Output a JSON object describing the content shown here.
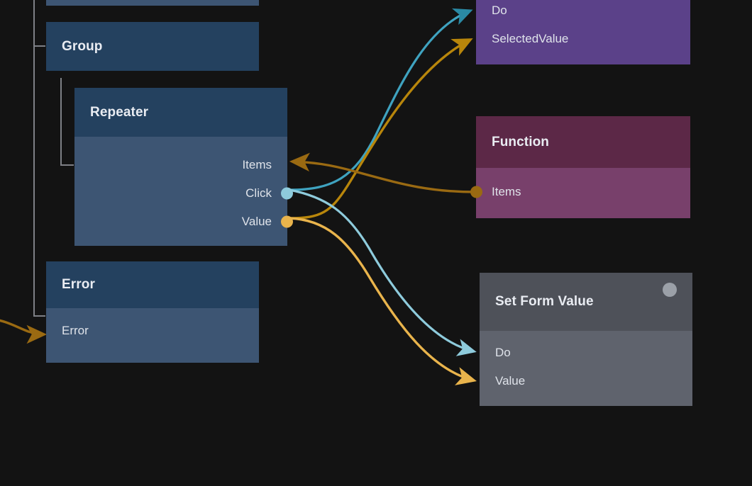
{
  "canvas": {
    "background": "#131313"
  },
  "palette": {
    "blue_header": "#24415f",
    "blue_body": "#3d5573",
    "purple_body": "#5b4189",
    "magenta_header": "#5c2847",
    "magenta_body": "#78406b",
    "gray_header": "#4e5159",
    "gray_body": "#5f636d",
    "edge_cyan": "#8ecbdc",
    "edge_gold": "#e9b44c",
    "edge_dark_gold": "#9a6a12",
    "edge_teal_dark": "#2a8aa5",
    "tree_line": "#7e8086",
    "status_dot": "#9ba0a8"
  },
  "nodes": [
    {
      "id": "partial",
      "kind": "component-partial",
      "title": "",
      "ports": []
    },
    {
      "id": "group",
      "kind": "component",
      "title": "Group",
      "ports": []
    },
    {
      "id": "repeater",
      "kind": "component",
      "title": "Repeater",
      "ports": [
        {
          "name": "Items",
          "side": "out",
          "connector": "arrow-in",
          "color": "#9a6a12"
        },
        {
          "name": "Click",
          "side": "out",
          "connector": "dot",
          "color": "#8ecbdc"
        },
        {
          "name": "Value",
          "side": "out",
          "connector": "dot",
          "color": "#e9b44c"
        }
      ]
    },
    {
      "id": "error",
      "kind": "component",
      "title": "Error",
      "ports": [
        {
          "name": "Error",
          "side": "in",
          "connector": "arrow-in",
          "color": "#9a6a12"
        }
      ]
    },
    {
      "id": "dropdown",
      "kind": "action-purple",
      "title": "",
      "ports": [
        {
          "name": "Do",
          "side": "in",
          "connector": "arrow-in",
          "color": "#2a8aa5"
        },
        {
          "name": "SelectedValue",
          "side": "in",
          "connector": "arrow-in",
          "color": "#9a6a12"
        }
      ]
    },
    {
      "id": "function",
      "kind": "function",
      "title": "Function",
      "ports": [
        {
          "name": "Items",
          "side": "in",
          "connector": "dot",
          "color": "#9a6a12"
        }
      ]
    },
    {
      "id": "setform",
      "kind": "action-gray",
      "title": "Set Form Value",
      "status_indicator": true,
      "ports": [
        {
          "name": "Do",
          "side": "in",
          "connector": "arrow-in",
          "color": "#8ecbdc"
        },
        {
          "name": "Value",
          "side": "in",
          "connector": "arrow-in",
          "color": "#e9b44c"
        }
      ]
    }
  ],
  "connections": [
    {
      "id": "click-to-do-dropdown",
      "from": "repeater.Click",
      "to": "dropdown.Do",
      "color": "#3fa3c0"
    },
    {
      "id": "value-to-selectedvalue",
      "from": "repeater.Value",
      "to": "dropdown.SelectedValue",
      "color": "#b8860b"
    },
    {
      "id": "function-items-to-repeater-items",
      "from": "function.Items",
      "to": "repeater.Items",
      "color": "#9a6a12"
    },
    {
      "id": "click-to-setform-do",
      "from": "repeater.Click",
      "to": "setform.Do",
      "color": "#8ecbdc"
    },
    {
      "id": "value-to-setform-value",
      "from": "repeater.Value",
      "to": "setform.Value",
      "color": "#e9b44c"
    },
    {
      "id": "offscreen-to-error",
      "from": "offscreen",
      "to": "error.Error",
      "color": "#9a6a12"
    }
  ]
}
